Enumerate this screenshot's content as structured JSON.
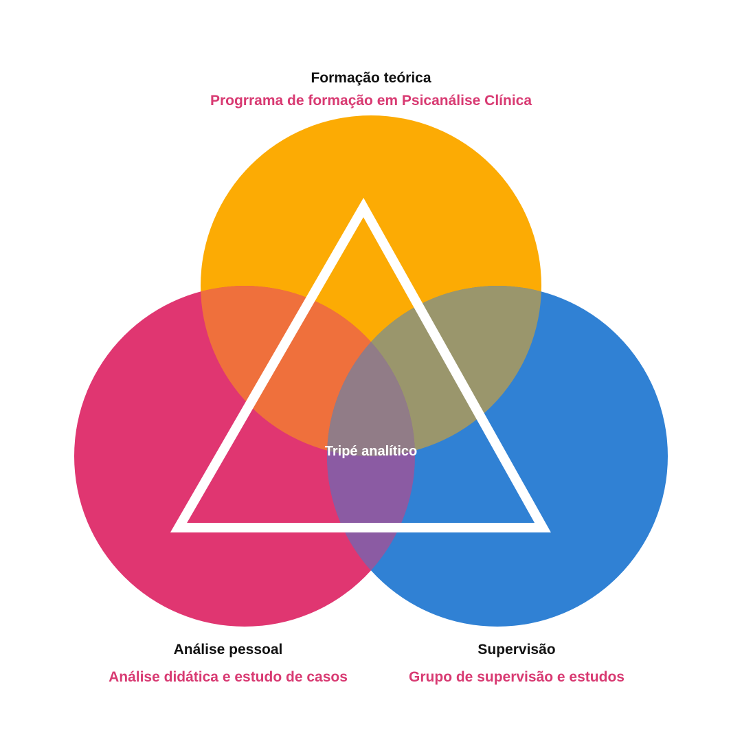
{
  "top": {
    "heading": "Formação teórica",
    "subtitle": "Progrrama de formação em Psicanálise Clínica"
  },
  "left": {
    "heading": "Análise pessoal",
    "subtitle": "Análise didática e estudo de casos"
  },
  "right": {
    "heading": "Supervisão",
    "subtitle": "Grupo de supervisão e estudos"
  },
  "center": {
    "label": "Tripé analítico"
  },
  "colors": {
    "top_circle": "#FCAB04",
    "left_circle": "#E03671",
    "right_circle": "#3081D4",
    "top_left_overlap": "#EF703C",
    "top_right_overlap": "#9A966C",
    "left_right_overlap": "#8B5BA3",
    "center_overlap": "#917C87",
    "triangle": "#FFFFFF",
    "heading_text": "#111111",
    "subtitle_text": "#D83A72",
    "center_text": "#FFFFFF"
  }
}
